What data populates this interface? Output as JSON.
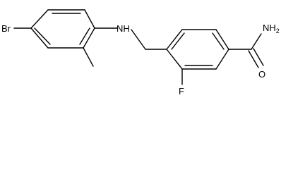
{
  "molecule": {
    "atom_labels": {
      "bromine": "Br",
      "amine": "NH",
      "fluorine": "F",
      "amide_nitrogen": "NH",
      "amide_nitrogen_subscript": "2",
      "carbonyl_oxygen": "O"
    }
  }
}
